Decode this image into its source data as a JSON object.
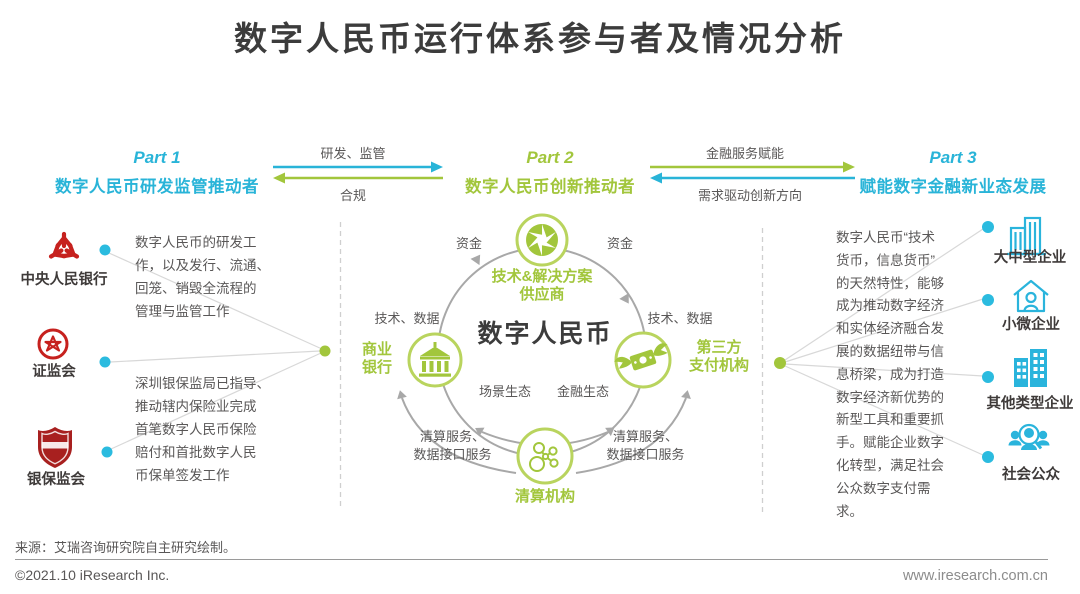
{
  "title": "数字人民币运行体系参与者及情况分析",
  "parts": {
    "p1": {
      "label": "Part 1",
      "title": "数字人民币研发监管推动者"
    },
    "p2": {
      "label": "Part 2",
      "title": "数字人民币创新推动者"
    },
    "p3": {
      "label": "Part 3",
      "title": "赋能数字金融新业态发展"
    }
  },
  "flows": {
    "f12": {
      "top": "研发、监管",
      "bottom": "合规"
    },
    "f23": {
      "top": "金融服务赋能",
      "bottom": "需求驱动创新方向"
    }
  },
  "left": {
    "org1": "中央人民银行",
    "org2": "证监会",
    "org3": "银保监会",
    "note1": "数字人民币的研发工\n作，以及发行、流通、\n回笼、销毁全流程的\n管理与监管工作",
    "note2": "深圳银保监局已指导、\n推动辖内保险业完成\n首笔数字人民币保险\n赔付和首批数字人民\n币保单签发工作"
  },
  "center": {
    "core": "数字人民币",
    "supplier": "技术&解决方案\n供应商",
    "bank": "商业\n银行",
    "payment": "第三方\n支付机构",
    "clearing": "清算机构",
    "funds_left": "资金",
    "funds_right": "资金",
    "tech_left": "技术、数据",
    "tech_right": "技术、数据",
    "scene": "场景生态",
    "finance": "金融生态",
    "clearing_left": "清算服务、\n数据接口服务",
    "clearing_right": "清算服务、\n数据接口服务"
  },
  "right": {
    "note": "数字人民币“技术\n货币，信息货币”\n的天然特性，能够\n成为推动数字经济\n和实体经济融合发\n展的数据纽带与信\n息桥梁，成为打造\n数字经济新优势的\n新型工具和重要抓\n手。赋能企业数字\n化转型，满足社会\n公众数字支付需求。",
    "e1": "大中型企业",
    "e2": "小微企业",
    "e3": "其他类型企业",
    "e4": "社会公众"
  },
  "footer": {
    "source": "来源：艾瑞咨询研究院自主研究绘制。",
    "copyright": "©2021.10 iResearch Inc.",
    "website": "www.iresearch.com.cn"
  },
  "icons": {
    "org1": "pboc-emblem-icon",
    "org2": "csrc-emblem-icon",
    "org3": "cbirc-shield-icon",
    "node_top": "aperture-icon",
    "node_left": "bank-building-icon",
    "node_right": "winged-money-icon",
    "node_bottom": "network-nodes-icon",
    "e1": "large-enterprise-buildings-icon",
    "e2": "small-business-house-icon",
    "e3": "other-enterprise-buildings-icon",
    "e4": "public-people-icon"
  },
  "colors": {
    "cyan": "#29b4d8",
    "green": "#a2c63c",
    "red": "#c6211e",
    "dark_text": "#3e3a39",
    "body_text": "#595757",
    "ring_gray": "#a8a8a8"
  }
}
